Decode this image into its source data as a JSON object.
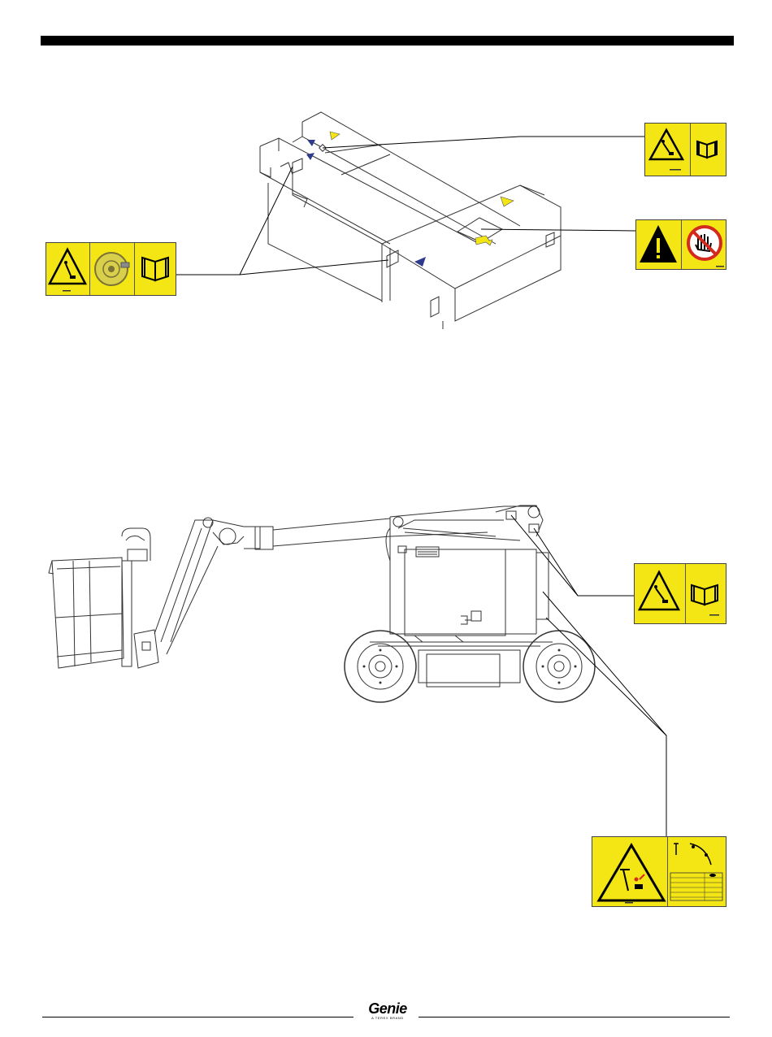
{
  "footer": {
    "logo_text": "Genie",
    "logo_subtext": "A TEREX BRAND"
  },
  "colors": {
    "decal_yellow": "#f3e614",
    "arrow_blue": "#2f3a8c",
    "arrow_yellow": "#f3e614",
    "prohibition_red": "#d42a1e"
  },
  "decals": [
    {
      "name": "decal-fall-hazard-manual-top",
      "icons": [
        "fall-hazard-icon",
        "manual-icon"
      ]
    },
    {
      "name": "decal-warning-no-hand-middle",
      "icons": [
        "exclamation-warning-icon",
        "stop-hand-icon"
      ]
    },
    {
      "name": "decal-fall-hazard-wheel-manual-left",
      "icons": [
        "fall-hazard-icon",
        "tire-icon",
        "manual-icon"
      ]
    },
    {
      "name": "decal-fall-hazard-manual-side",
      "icons": [
        "fall-hazard-icon",
        "manual-icon"
      ]
    },
    {
      "name": "decal-tipover-hazard-bottom",
      "icons": [
        "tipover-hazard-icon",
        "boom-chart-icon"
      ]
    }
  ]
}
